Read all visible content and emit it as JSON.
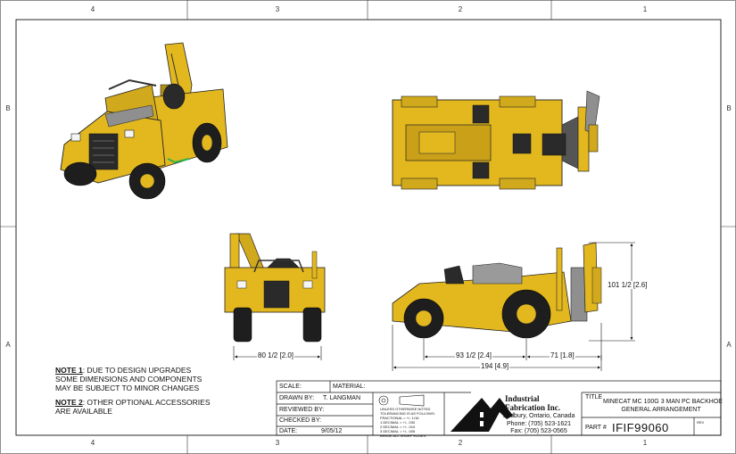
{
  "zones": {
    "columns": [
      "4",
      "3",
      "2",
      "1"
    ],
    "rows": [
      "B",
      "A"
    ]
  },
  "notes": [
    {
      "label": "NOTE 1",
      "text": ": DUE TO DESIGN UPGRADES",
      "lines": [
        "SOME DIMENSIONS AND COMPONENTS",
        "MAY BE SUBJECT TO MINOR CHANGES"
      ]
    },
    {
      "label": "NOTE 2",
      "text": ": OTHER OPTIONAL ACCESSORIES",
      "lines": [
        "ARE AVAILABLE"
      ]
    }
  ],
  "dimensions": {
    "front_width": "80 1/2 [2.0]",
    "overall_length": "194 [4.9]",
    "rear_section": "93 1/2 [2.4]",
    "front_section": "71 [1.8]",
    "height": "101 1/2 [2.6]"
  },
  "title_block": {
    "scale_label": "SCALE:",
    "material_label": "MATERIAL:",
    "drawn_by_label": "DRAWN BY:",
    "drawn_by_value": "T. LANGMAN",
    "reviewed_by_label": "REVIEWED BY:",
    "checked_by_label": "CHECKED BY:",
    "date_label": "DATE:",
    "date_value": "9/05/12",
    "tolerance_lines": [
      "UNLESS OTHERWISE NOTED",
      "TOLERANCING IS AS FOLLOWS:",
      "FRACTIONAL = +/- 1/16",
      "1 DECIMAL = +/- .030",
      "2 DECIMAL = +/- .010",
      "3 DECIMAL = +/- .005",
      "BREAK ALL SHARP EDGES"
    ],
    "company_name_1": "Industrial",
    "company_name_2": "Fabrication Inc.",
    "address": "Sudbury, Ontario, Canada",
    "phone": "Phone: (705) 523-1621",
    "fax": "Fax: (705) 523-0565",
    "title_label": "TITLE",
    "title_line_1": "MINECAT MC 100G 3 MAN PC BACKHOE",
    "title_line_2": "GENERAL ARRANGEMENT",
    "part_label": "PART #",
    "part_number": "IFIF99060",
    "rev_label": "REV"
  },
  "colors": {
    "vehicle_yellow": "#e3b81f",
    "vehicle_dark": "#2a2a2a",
    "vehicle_grey": "#8f8f8f",
    "accent_green": "#2bb24c"
  }
}
